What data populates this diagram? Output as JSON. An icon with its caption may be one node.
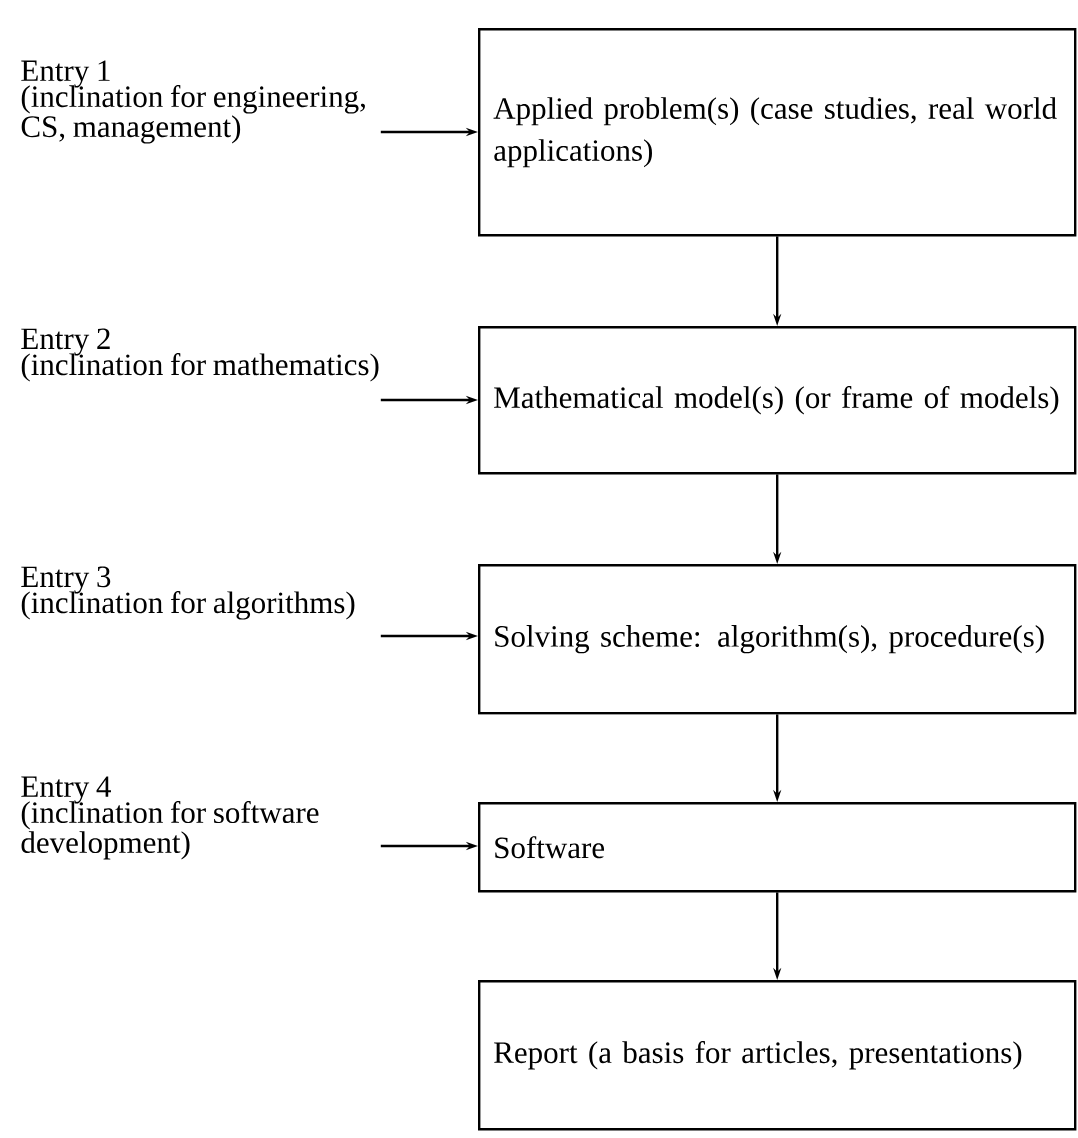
{
  "diagram": {
    "nodes": [
      {
        "text": [
          "Applied problem(s) (case studies, real world applications)"
        ]
      },
      {
        "text": [
          "Mathematical model(s) (or frame of models)"
        ]
      },
      {
        "text": [
          "Solving scheme: algorithm(s), procedure(s)"
        ]
      },
      {
        "text": [
          "Software"
        ]
      },
      {
        "text": [
          "Report (a basis for articles, presentations)"
        ]
      },
      {
        "text": [
          "Entry 1",
          "(inclination for engineering, CS, management)"
        ]
      },
      {
        "text": [
          "Entry 2",
          "(inclination for mathematics)"
        ]
      },
      {
        "text": [
          "Entry 3",
          "(inclination for algorithms)"
        ]
      },
      {
        "text": [
          "Entry 4",
          "(inclination for software development)"
        ]
      }
    ],
    "edges": [
      {
        "from": 0,
        "to": 1,
        "arrow": "to"
      },
      {
        "from": 1,
        "to": 2,
        "arrow": "to"
      },
      {
        "from": 2,
        "to": 3,
        "arrow": "to"
      },
      {
        "from": 3,
        "to": 4,
        "arrow": "to"
      },
      {
        "from": 5,
        "to": 0,
        "arrow": "to"
      },
      {
        "from": 6,
        "to": 1,
        "arrow": "to"
      },
      {
        "from": 7,
        "to": 2,
        "arrow": "to"
      },
      {
        "from": 8,
        "to": 3,
        "arrow": "to"
      }
    ]
  }
}
